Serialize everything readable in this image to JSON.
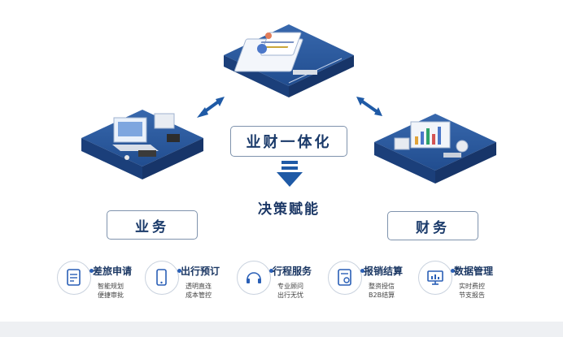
{
  "center": {
    "title": "业财一体化",
    "decision": "决策赋能"
  },
  "left": {
    "label": "业务"
  },
  "right": {
    "label": "财务"
  },
  "features": [
    {
      "title": "差旅申请",
      "line1": "智能规划",
      "line2": "便捷审批",
      "icon": "document-icon"
    },
    {
      "title": "出行预订",
      "line1": "透明直连",
      "line2": "成本管控",
      "icon": "phone-icon"
    },
    {
      "title": "行程服务",
      "line1": "专业顾问",
      "line2": "出行无忧",
      "icon": "headset-icon"
    },
    {
      "title": "报销结算",
      "line1": "整资授信",
      "line2": "B2B结算",
      "icon": "receipt-icon"
    },
    {
      "title": "数据管理",
      "line1": "实时费控",
      "line2": "节支报告",
      "icon": "monitor-chart-icon"
    }
  ],
  "colors": {
    "platform_top": "#2a5aa0",
    "platform_side": "#1b3f7a",
    "label_text": "#1a3a6a",
    "arrow": "#1f5aa6"
  }
}
